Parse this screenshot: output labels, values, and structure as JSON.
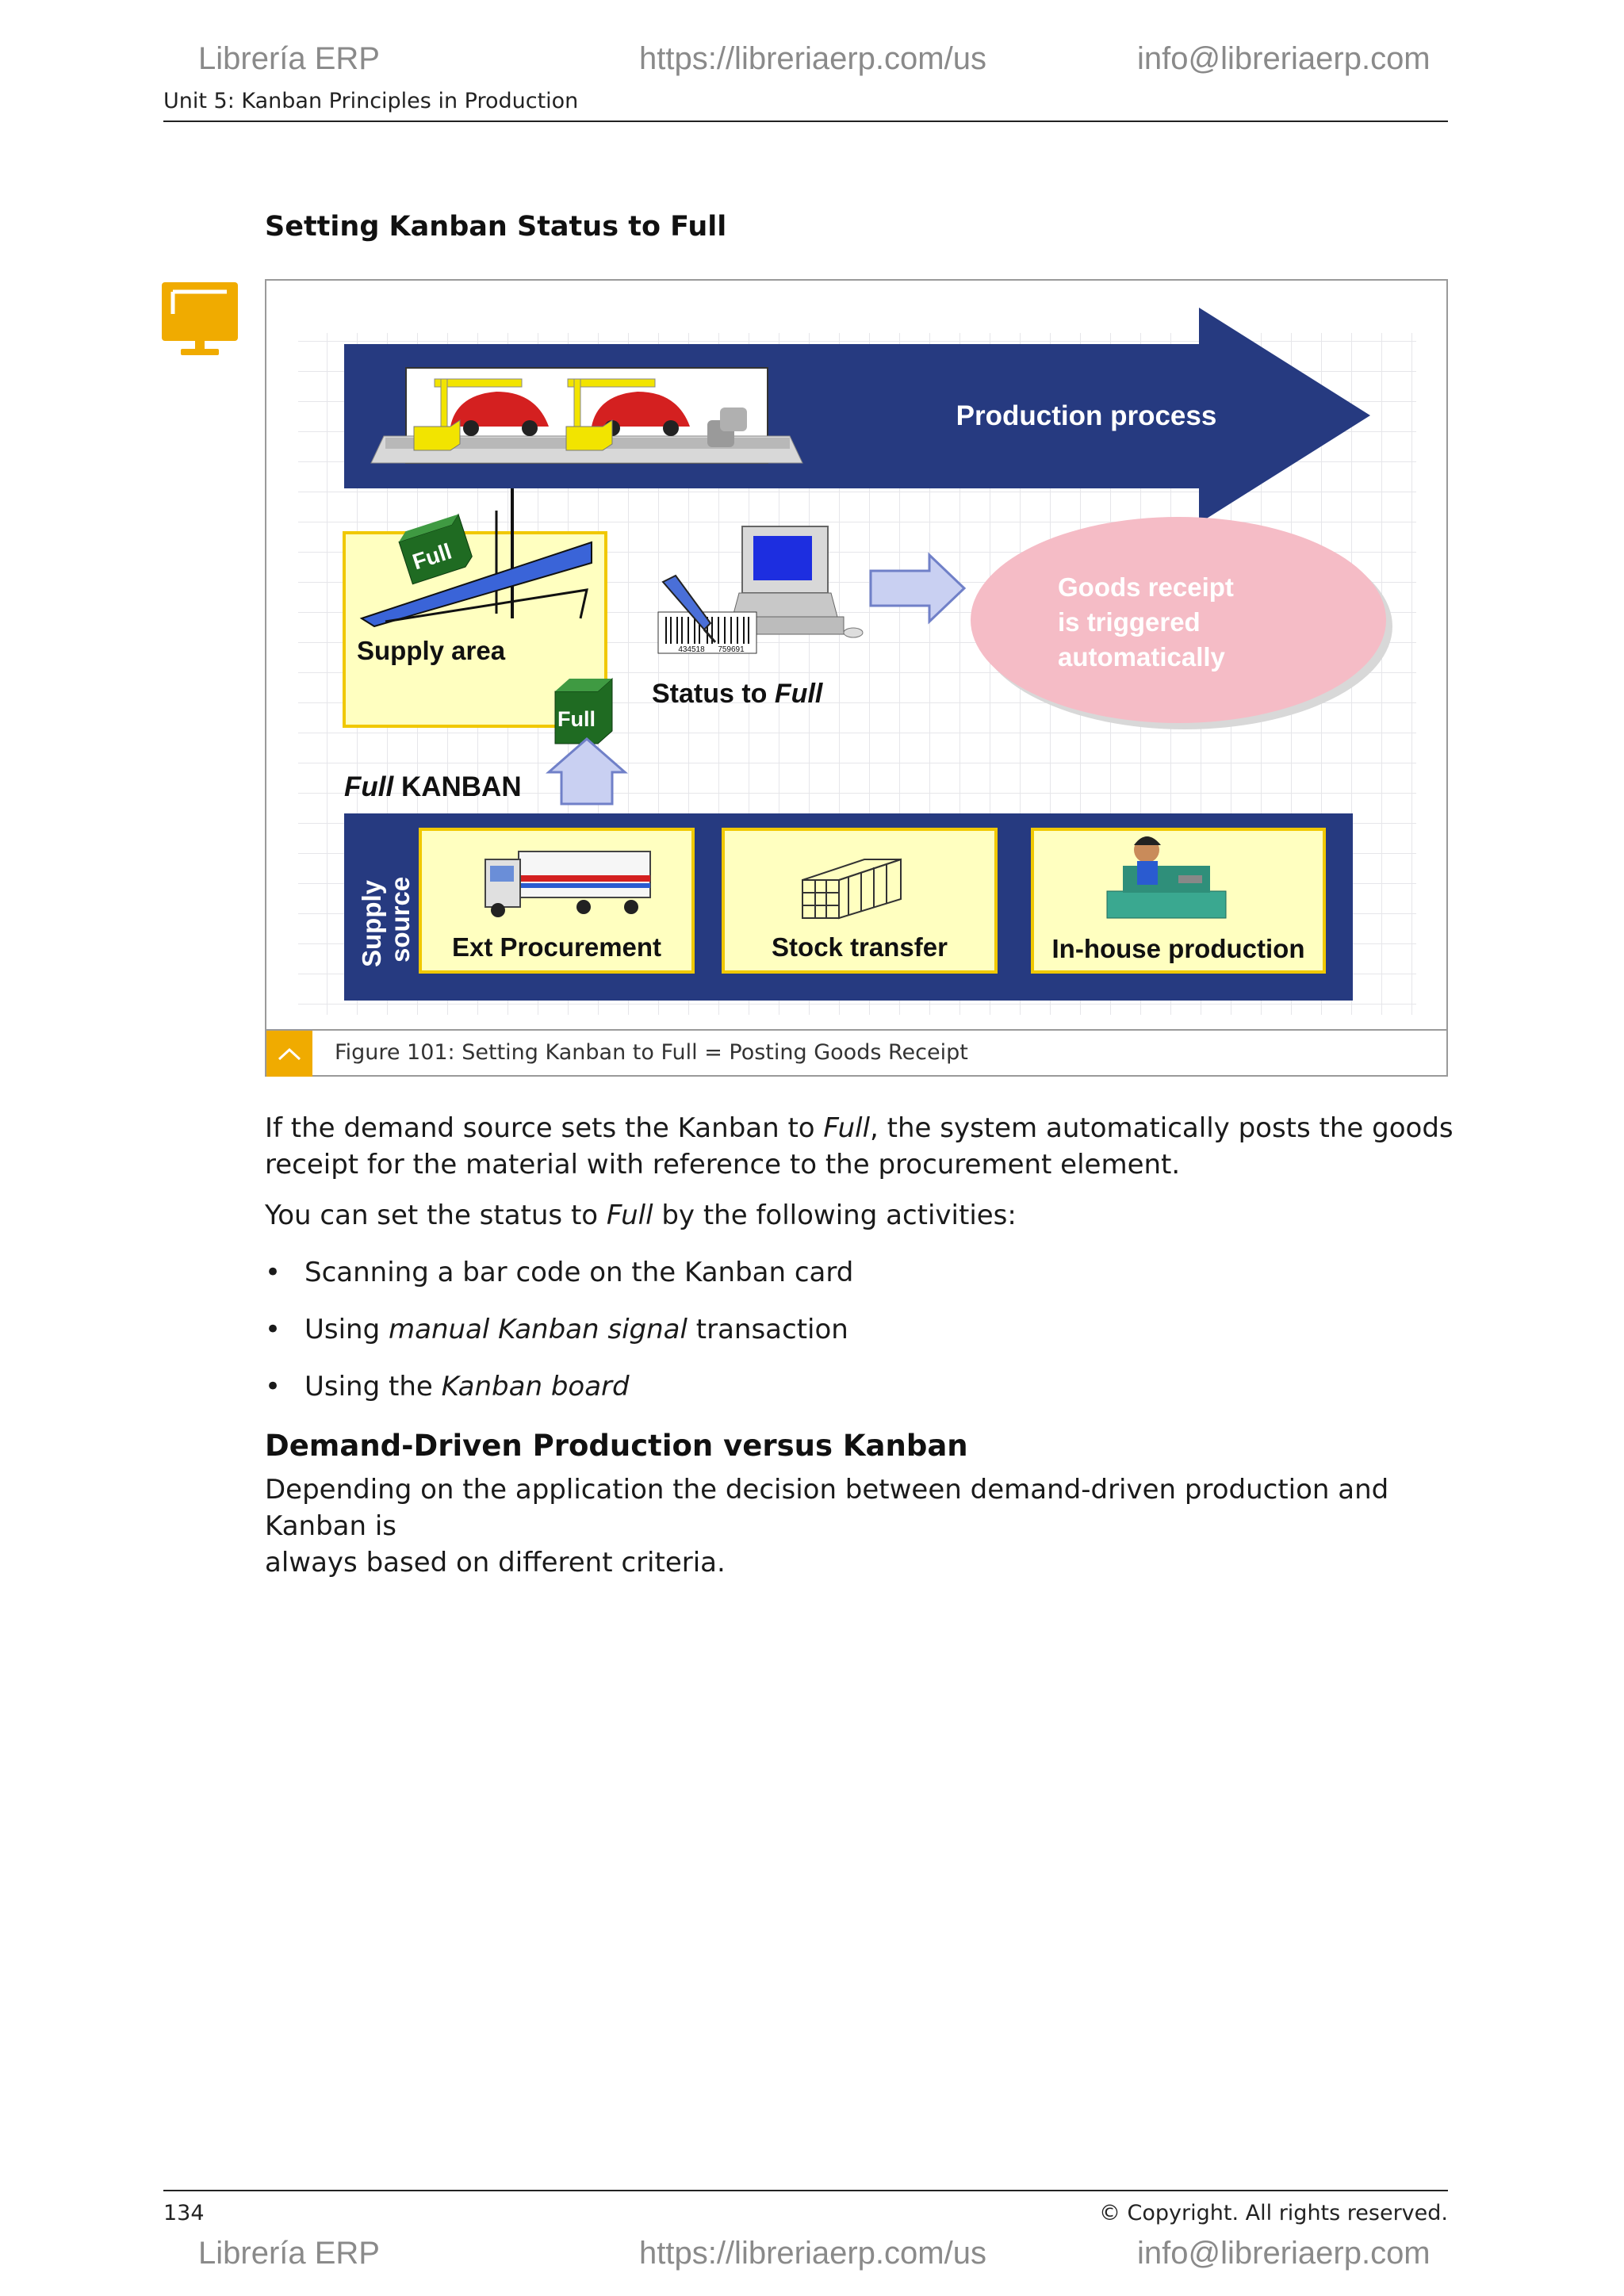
{
  "header": {
    "brand": "Librería ERP",
    "url": "https://libreriaerp.com/us",
    "email": "info@libreriaerp.com",
    "unit_title": "Unit 5: Kanban Principles in Production"
  },
  "section_title": "Setting Kanban Status to Full",
  "figure": {
    "production_process": "Production process",
    "full_label": "Full",
    "supply_area": "Supply area",
    "status_prefix": "Status to ",
    "status_full": "Full",
    "barcode_left": "434518",
    "barcode_right": "759691",
    "goods_receipt_line1": "Goods receipt",
    "goods_receipt_line2": "is triggered",
    "goods_receipt_line3": "automatically",
    "full_kanban_prefix": "Full",
    "full_kanban_suffix": " KANBAN",
    "supply_source_line1": "Supply",
    "supply_source_line2": "source",
    "ext_procurement": "Ext Procurement",
    "stock_transfer": "Stock transfer",
    "inhouse_production": "In-house production",
    "caption": "Figure 101: Setting Kanban to Full = Posting Goods Receipt"
  },
  "body": {
    "para1_a": "If the demand source sets the Kanban to ",
    "para1_em": "Full",
    "para1_b": ", the system automatically posts the goods",
    "para1_line2": "receipt for the material with reference to the procurement element.",
    "para2_a": "You can set the status to ",
    "para2_em": "Full",
    "para2_b": " by the following activities:",
    "bullet_mark": "•",
    "bullets": [
      {
        "a": "Scanning a bar code on the Kanban card",
        "em": "",
        "b": ""
      },
      {
        "a": "Using ",
        "em": "manual Kanban signal",
        "b": " transaction"
      },
      {
        "a": "Using the ",
        "em": "Kanban board",
        "b": ""
      }
    ],
    "heading2": "Demand-Driven Production versus Kanban",
    "para3_line1": "Depending on the application the decision between demand-driven production and Kanban is",
    "para3_line2": "always based on different criteria."
  },
  "footer": {
    "page_number": "134",
    "copyright": "© Copyright. All rights reserved."
  },
  "colors": {
    "navy": "#263a80",
    "yellow_fill": "#ffffc0",
    "yellow_border": "#f0c800",
    "green_box": "#1f6b22",
    "pink": "#f5bcc6",
    "sap_gold": "#f0ab00"
  }
}
